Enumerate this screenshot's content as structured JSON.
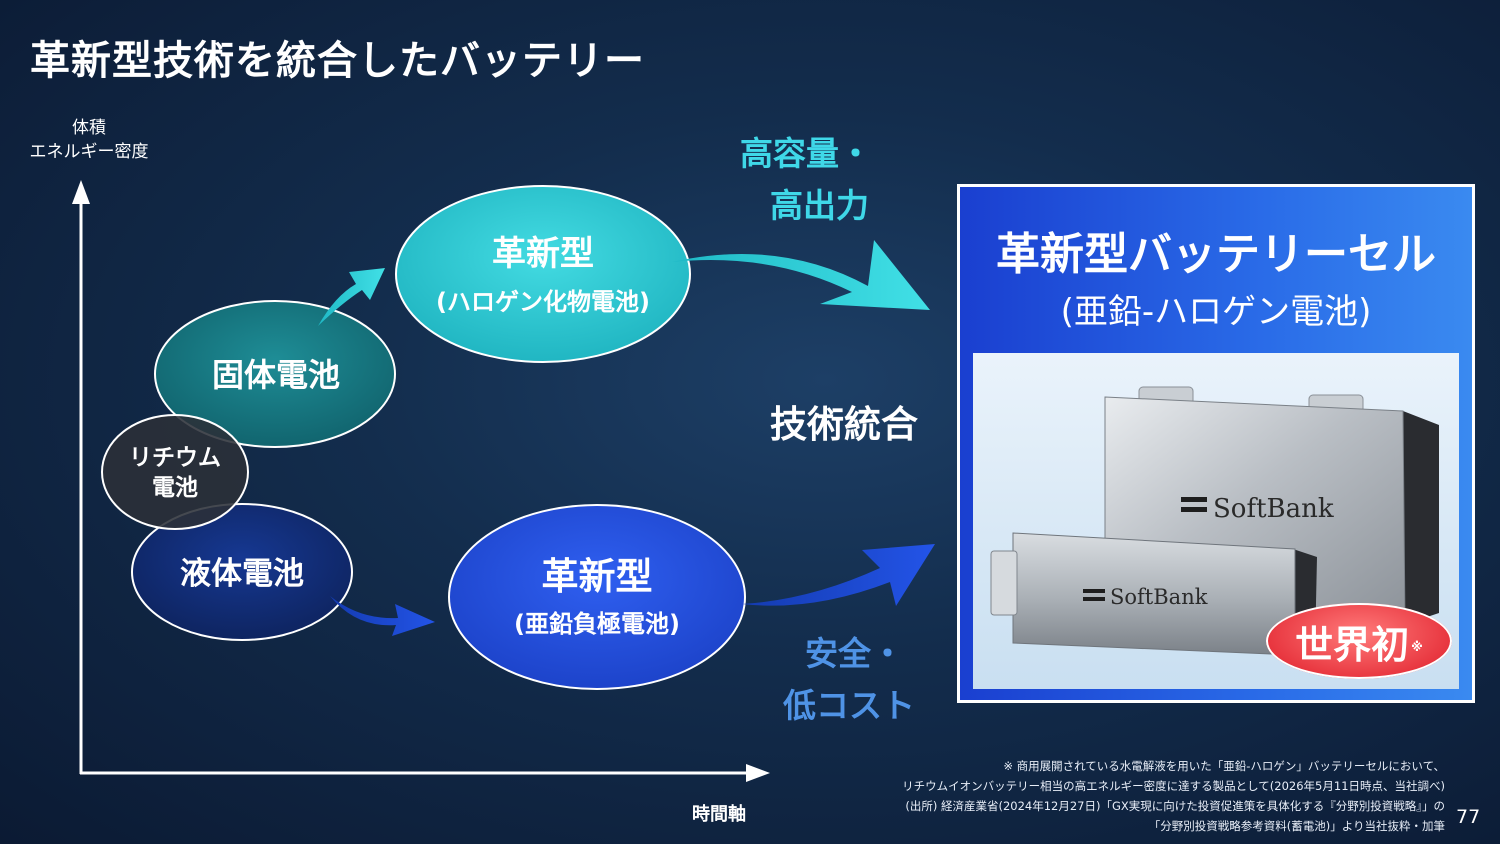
{
  "title": "革新型技術を統合したバッテリー",
  "axes": {
    "y_label_line1": "体積",
    "y_label_line2": "エネルギー密度",
    "x_label": "時間軸"
  },
  "nodes": {
    "lithium": {
      "line1": "リチウム",
      "line2": "電池"
    },
    "solid": "固体電池",
    "liquid": "液体電池",
    "halogen": {
      "title": "革新型",
      "sub": "(ハロゲン化物電池)"
    },
    "zinc": {
      "title": "革新型",
      "sub": "(亜鉛負極電池)"
    }
  },
  "labels": {
    "upper_line1": "高容量・",
    "upper_line2": "高出力",
    "integration": "技術統合",
    "lower_line1": "安全・",
    "lower_line2": "低コスト"
  },
  "cell_box": {
    "title": "革新型バッテリーセル",
    "subtitle": "(亜鉛-ハロゲン電池)",
    "brand_large": "SoftBank",
    "brand_small": "SoftBank",
    "badge": "世界初",
    "badge_mark": "※"
  },
  "footnotes": [
    "※ 商用展開されている水電解液を用いた「亜鉛-ハロゲン」バッテリーセルにおいて、",
    "リチウムイオンバッテリー相当の高エネルギー密度に達する製品として(2026年5月11日時点、当社調べ)",
    "(出所) 経済産業省(2024年12月27日)「GX実現に向けた投資促進策を具体化する『分野別投資戦略』」の",
    "「分野別投資戦略参考資料(蓄電池)」より当社抜粋・加筆"
  ],
  "page_number": "77",
  "colors": {
    "teal_dark": "#12707a",
    "teal_light": "#2bc6cf",
    "navy": "#102a6e",
    "blue": "#1f4fd8",
    "lithium_gray": "#2b3038",
    "badge_red": "#e8363f"
  }
}
